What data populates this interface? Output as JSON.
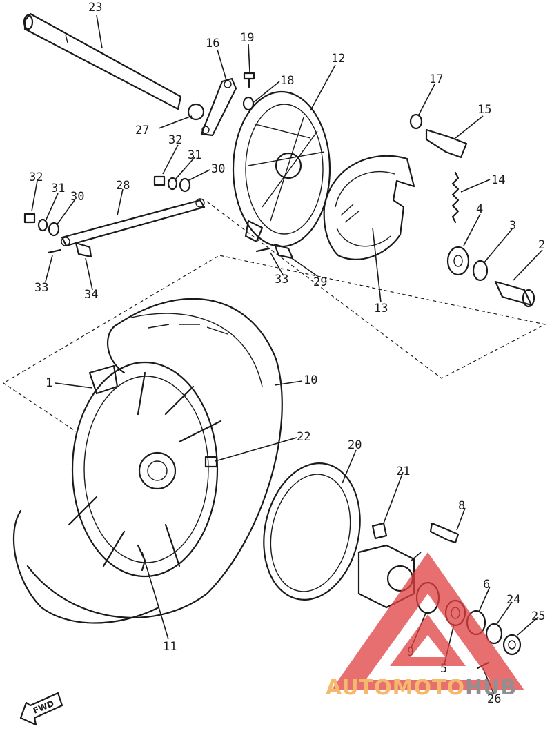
{
  "labels": {
    "l1": "1",
    "l2": "2",
    "l3": "3",
    "l4": "4",
    "l5": "5",
    "l6": "6",
    "l8": "8",
    "l9": "9",
    "l10": "10",
    "l11": "11",
    "l12": "12",
    "l13": "13",
    "l14": "14",
    "l15": "15",
    "l16": "16",
    "l17": "17",
    "l18": "18",
    "l19": "19",
    "l20": "20",
    "l21": "21",
    "l22": "22",
    "l23": "23",
    "l24": "24",
    "l25": "25",
    "l26": "26",
    "l27": "27",
    "l28": "28",
    "l29": "29",
    "l30a": "30",
    "l30b": "30",
    "l31a": "31",
    "l31b": "31",
    "l32a": "32",
    "l32b": "32",
    "l33a": "33",
    "l33b": "33",
    "l34": "34"
  },
  "fwd": "FWD",
  "watermark": {
    "auto": "AUTO",
    "moto": "MOTO",
    "hub": "HUB",
    "accent_color": "#f3a23c",
    "dark_color": "#6b6b6b",
    "triangle_color": "#e04040"
  }
}
